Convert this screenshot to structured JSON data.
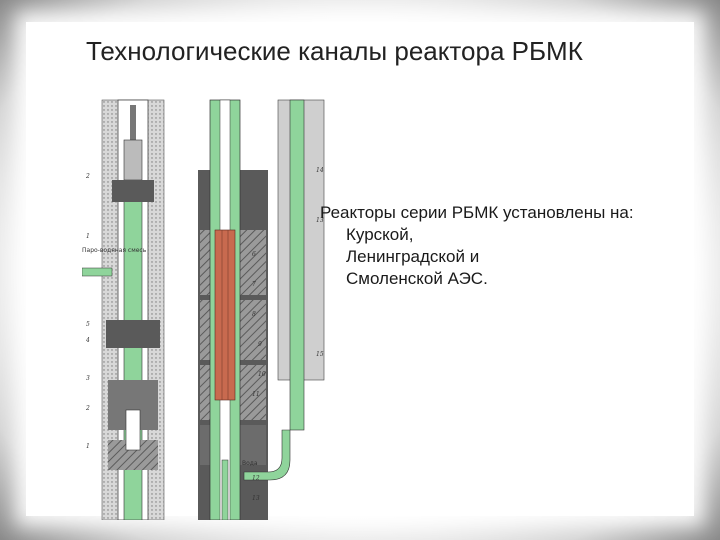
{
  "slide": {
    "title": "Технологические каналы реактора РБМК",
    "body_heading": "Реакторы серии РБМК установлены на:",
    "sites": [
      "Курской,",
      "Ленинградской и",
      "Смоленской АЭС."
    ]
  },
  "figure": {
    "left_label": "Паро-водяная смесь",
    "water_label": "Вода",
    "callouts": [
      "2",
      "1",
      "5",
      "4",
      "3",
      "2",
      "1",
      "14",
      "13",
      "6",
      "7",
      "8",
      "9",
      "10",
      "11",
      "12",
      "13",
      "15"
    ]
  },
  "colors": {
    "coolant_green": "#8fd49b",
    "graphite_dark": "#5a5a5a",
    "fuel_red": "#c86a4f",
    "hatch": "#888888"
  }
}
